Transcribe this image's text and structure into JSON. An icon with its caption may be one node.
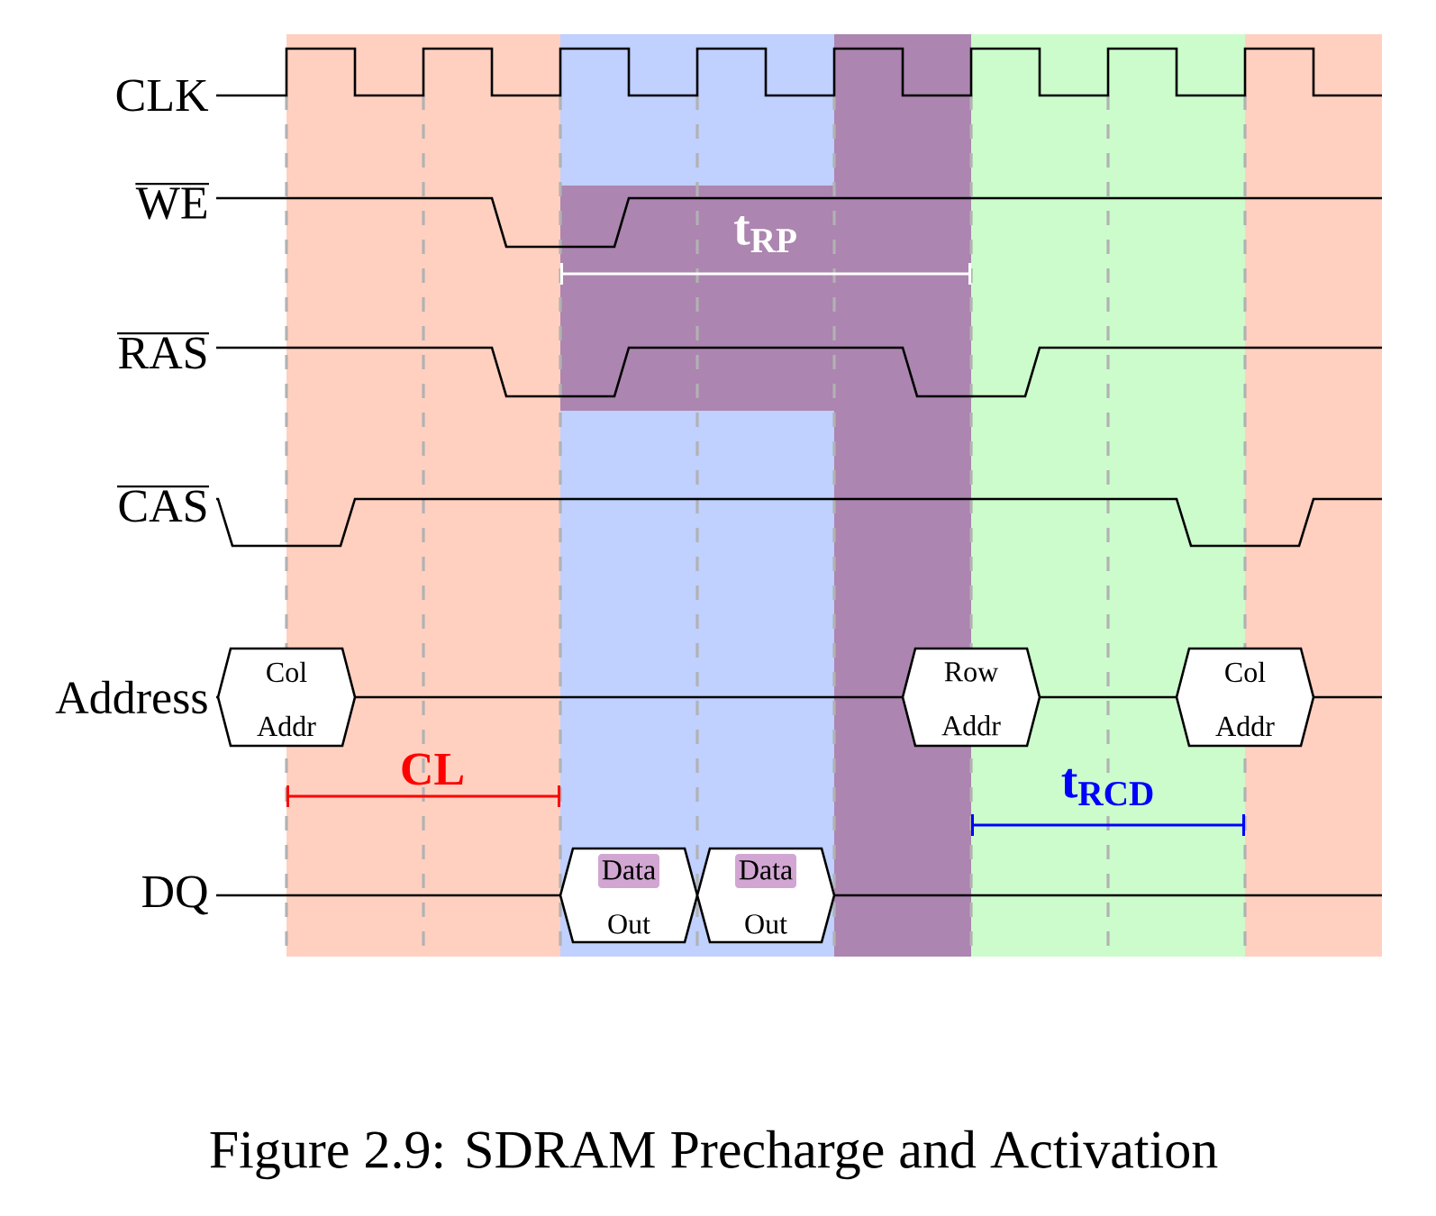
{
  "diagram": {
    "caption": "Figure 2.9: SDRAM Precharge and Activation",
    "nodes": [
      {
        "text": [
          "Col Addr"
        ]
      },
      {
        "text": [
          "Row Addr"
        ]
      },
      {
        "text": [
          "Col Addr"
        ]
      },
      {
        "text": [
          "Data Out"
        ]
      },
      {
        "text": [
          "Data Out"
        ]
      }
    ],
    "labels": [
      "CLK",
      "WE",
      "t$_{RP}$",
      "RAS",
      "CAS",
      "Address",
      "CL",
      "t$_{RCD}$",
      "DQ"
    ]
  }
}
